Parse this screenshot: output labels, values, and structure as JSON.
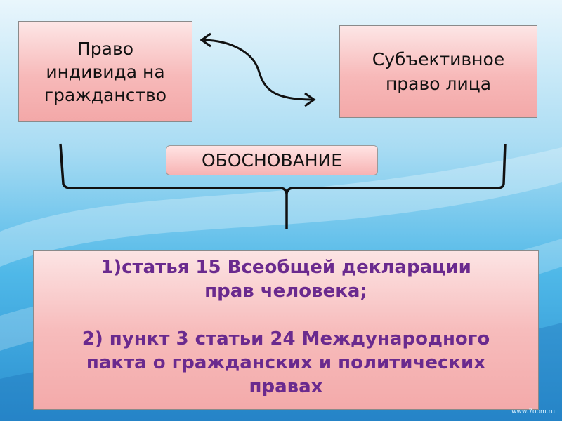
{
  "boxes": {
    "left": {
      "lines": [
        "Право",
        "индивида на",
        "гражданство"
      ]
    },
    "right": {
      "lines": [
        "Субъективное",
        "право лица"
      ]
    }
  },
  "label": {
    "text": "ОБОСНОВАНИЕ"
  },
  "sources": {
    "item1": {
      "lines": [
        "1)статья 15 Всеобщей декларации",
        "прав человека;"
      ]
    },
    "item2": {
      "lines": [
        "2) пункт 3 статьи 24 Международного",
        "пакта о гражданских и политических",
        "правах"
      ]
    }
  },
  "footer": {
    "watermark": "www.7oom.ru"
  },
  "colors": {
    "box_fill": "#f7b9b9",
    "sources_text": "#6a2a8e",
    "background": "#5fc3ee"
  }
}
